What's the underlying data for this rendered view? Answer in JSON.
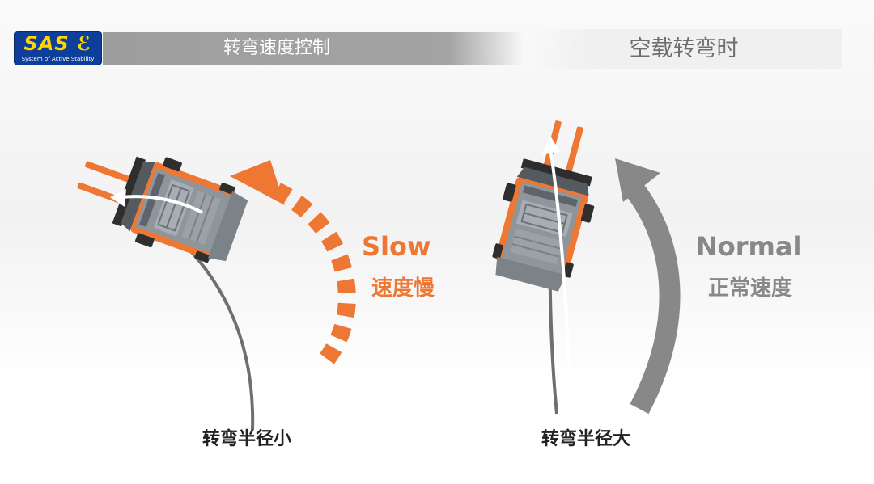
{
  "logo": {
    "main": "SAS",
    "e": "ℰ",
    "subtitle": "System of Active Stability"
  },
  "header": {
    "title": "转弯速度控制",
    "subtitle": "空载转弯时"
  },
  "left_panel": {
    "speed_en": "Slow",
    "speed_cn": "速度慢",
    "radius_label": "转弯半径小"
  },
  "right_panel": {
    "speed_en": "Normal",
    "speed_cn": "正常速度",
    "radius_label": "转弯半径大"
  },
  "colors": {
    "orange": "#ee7733",
    "gray_arrow": "#888888",
    "path": "#6f6f6f",
    "body_gray": "#8e959b",
    "dark": "#3a3a3a"
  },
  "icons": [
    "forklift-icon",
    "curved-arrow-icon",
    "dashed-curved-arrow-icon"
  ]
}
